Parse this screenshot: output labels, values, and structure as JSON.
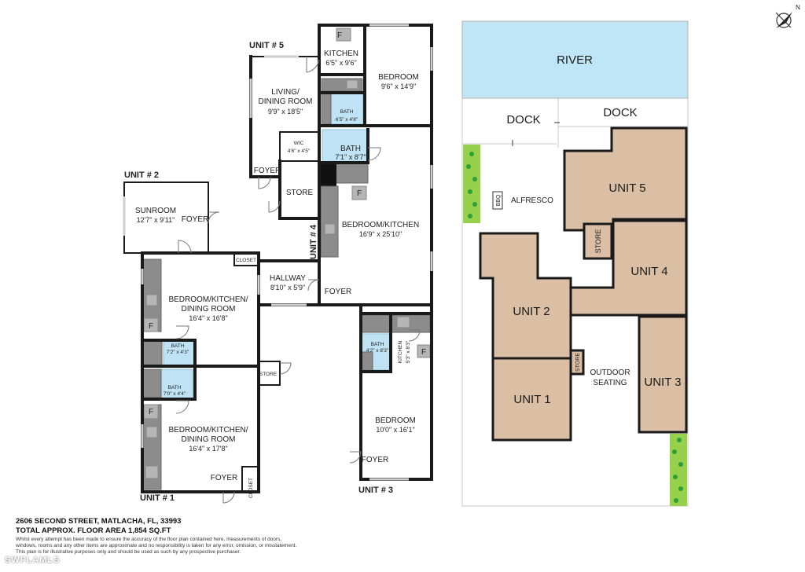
{
  "rooms": {
    "unit5_kitchen": {
      "name": "KITCHEN",
      "dim": "6'5\" x 9'6\""
    },
    "unit5_bedroom": {
      "name": "BEDROOM",
      "dim": "9'6\" x 14'9\""
    },
    "unit5_living": {
      "name1": "LIVING/",
      "name2": "DINING ROOM",
      "dim": "9'9\" x 18'5\""
    },
    "unit5_bath": {
      "name": "BATH",
      "dim": "6'5\" x 4'8\""
    },
    "wic": {
      "name": "WIC",
      "dim": "4'6\" x 4'5\""
    },
    "unit4_bath": {
      "name": "BATH",
      "dim": "7'1\" x 8'7\""
    },
    "unit5_foyer": {
      "name": "FOYER"
    },
    "store": {
      "name": "STORE"
    },
    "unit4_bedkitchen": {
      "name": "BEDROOM/KITCHEN",
      "dim": "16'9\" x 25'10\""
    },
    "sunroom": {
      "name": "SUNROOM",
      "dim": "12'7\" x 9'11\""
    },
    "unit2_foyer": {
      "name": "FOYER"
    },
    "unit2_main": {
      "name1": "BEDROOM/KITCHEN/",
      "name2": "DINING ROOM",
      "dim": "16'4\" x 16'8\""
    },
    "closet_top": {
      "name": "CLOSET"
    },
    "hallway": {
      "name": "HALLWAY",
      "dim": "8'10\" x 5'9\""
    },
    "unit4_foyer": {
      "name": "FOYER"
    },
    "unit2_bath": {
      "name": "BATH",
      "dim": "7'2\" x 4'3\""
    },
    "unit1_bath": {
      "name": "BATH",
      "dim": "7'0\" x 4'4\""
    },
    "store_small": {
      "name": "STORE"
    },
    "unit1_main": {
      "name1": "BEDROOM/KITCHEN/",
      "name2": "DINING ROOM",
      "dim": "16'4\" x 17'8\""
    },
    "unit1_foyer": {
      "name": "FOYER"
    },
    "closet_bottom": {
      "name": "CLOSET"
    },
    "unit3_bath": {
      "name": "BATH",
      "dim": "4'2\" x 8'3\""
    },
    "unit3_kitchen": {
      "name": "KITCHEN",
      "dim": "5'3\" x 8'3\""
    },
    "unit3_bedroom": {
      "name": "BEDROOM",
      "dim": "10'0\" x 16'1\""
    },
    "unit3_foyer": {
      "name": "FOYER"
    }
  },
  "fixture_label": "F",
  "unit_labels": {
    "unit5": "UNIT # 5",
    "unit2": "UNIT # 2",
    "unit4": "UNIT # 4",
    "unit1": "UNIT # 1",
    "unit3": "UNIT # 3"
  },
  "site": {
    "river": "RIVER",
    "dock_left": "DOCK",
    "dock_right": "DOCK",
    "bbq": "BBQ",
    "alfresco": "ALFRESCO",
    "unit5": "UNIT 5",
    "store_top": "STORE",
    "unit4": "UNIT 4",
    "unit2": "UNIT 2",
    "store_mid": "STORE",
    "outdoor_1": "OUTDOOR",
    "outdoor_2": "SEATING",
    "unit1": "UNIT 1",
    "unit3": "UNIT 3",
    "compass": "N"
  },
  "colors": {
    "river": "#bfe6f6",
    "building": "#dbbfa5",
    "greenery": "#97d04a",
    "greenery_dot": "#2e9e3b",
    "bath": "#bfe3f4",
    "wall": "#1a1a1a"
  },
  "footer": {
    "address": "2606 SECOND STREET, MATLACHA, FL, 33993",
    "area": "TOTAL APPROX. FLOOR AREA 1,854 SQ.FT",
    "disclaimer_1": "Whilst every attempt has been made to ensure the accuracy of the floor plan contained here, measurements of doors,",
    "disclaimer_2": "windows, rooms and any other items are approximate and no responsibility is taken for any error, omission, or misstatement.",
    "disclaimer_3": "This plan is for illustrative purposes only and should be used as such by any prospective purchaser."
  },
  "watermark": "SWFLAMLS"
}
